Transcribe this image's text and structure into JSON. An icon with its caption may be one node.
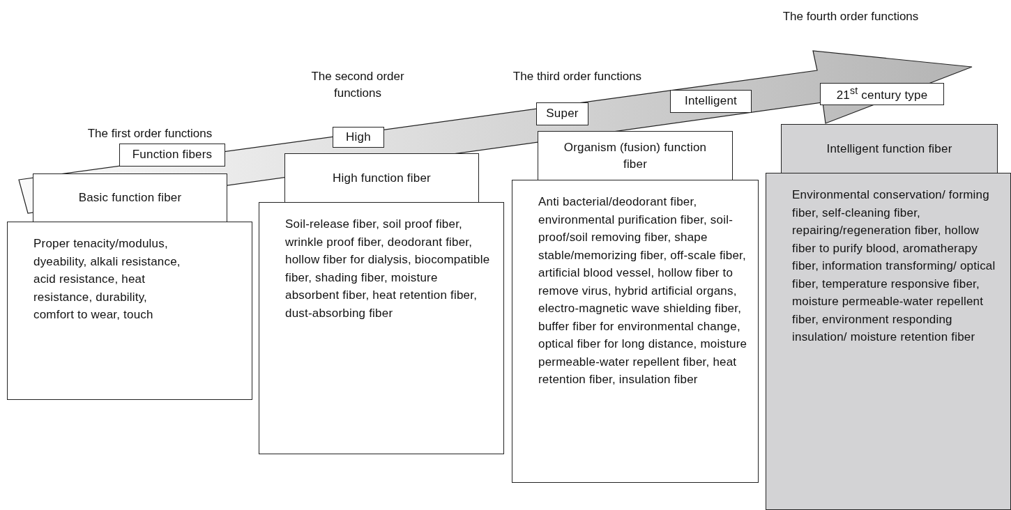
{
  "diagram": {
    "nodes": [
      {
        "text": [
          "Function fibers"
        ]
      },
      {
        "text": [
          "Basic function fiber"
        ]
      },
      {
        "text": [
          "Proper tenacity/modulus, dyeability, alkali resistance, acid resistance, heat resistance, durability, comfort to wear, touch"
        ]
      },
      {
        "text": [
          "High"
        ]
      },
      {
        "text": [
          "High function fiber"
        ]
      },
      {
        "text": [
          "Soil-release fiber, soil proof fiber, wrinkle proof fiber, deodorant fiber, hollow fiber for dialysis, biocompatible fiber, shading fiber, moisture absorbent fiber, heat retention fiber, dust-absorbing fiber"
        ]
      },
      {
        "text": [
          "Super"
        ]
      },
      {
        "text": [
          "Organism (fusion) function fiber"
        ]
      },
      {
        "text": [
          "Anti bacterial/deodorant fiber, environmental purification fiber, soil-proof/soil removing fiber, shape stable/memorizing fiber, off-scale fiber, artificial blood vessel, hollow fiber to remove virus, hybrid artificial organs, electro-magnetic wave shielding fiber, buffer fiber for environmental change, optical fiber for long distance, moisture permeable-water repellent fiber, heat retention fiber, insulation fiber"
        ]
      },
      {
        "text": [
          "Intelligent"
        ]
      },
      {
        "text": [
          "21$^{st}$ century type"
        ]
      },
      {
        "text": [
          "Intelligent function fiber"
        ]
      },
      {
        "text": [
          "Environmental conservation/ forming fiber, self-cleaning fiber, repairing/regeneration fiber, hollow fiber to purify blood, aromatherapy fiber, information transforming/ optical fiber, temperature responsive fiber, moisture permeable-water repellent fiber, environment responding insulation/ moisture retention fiber"
        ]
      }
    ],
    "labels": [
      "The fourth order functions",
      "The second order functions",
      "The third order functions",
      "The first order functions"
    ]
  }
}
